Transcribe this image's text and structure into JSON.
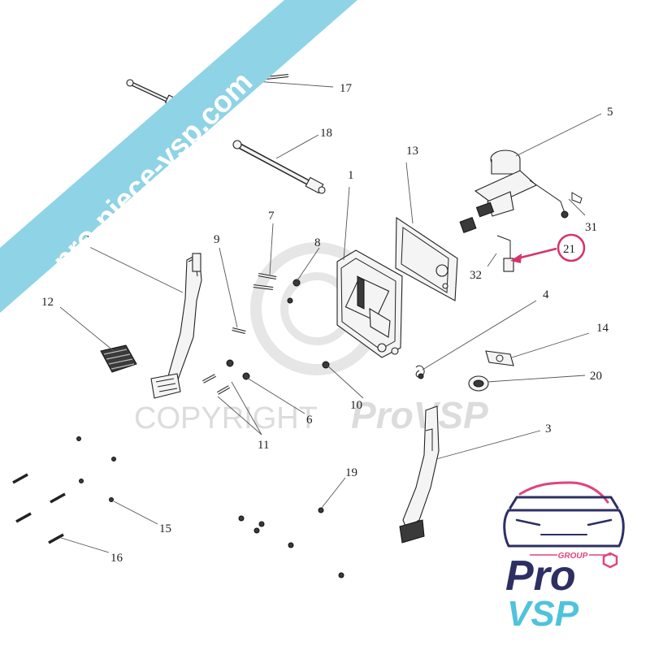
{
  "watermark_banner": {
    "text": "pro-piece-vsp.com",
    "color": "#8fd3e6"
  },
  "copyright": {
    "text": "COPYRIGHT",
    "brand": "ProVSP"
  },
  "highlight_color": "#d6336c",
  "callouts": {
    "c1": "1",
    "c3": "3",
    "c4a": "4",
    "c4b": "4",
    "c5": "5",
    "c6": "6",
    "c7": "7",
    "c8": "8",
    "c9": "9",
    "c10": "10",
    "c11": "11",
    "c12": "12",
    "c13": "13",
    "c14": "14",
    "c15": "15",
    "c16": "16",
    "c17": "17",
    "c18": "18",
    "c19": "19",
    "c20": "20",
    "c21": "21",
    "c31": "31",
    "c32": "32"
  },
  "logo": {
    "group_label": "GROUP",
    "line1": "Pro",
    "line2": "VSP",
    "color_dark": "#2d2f63",
    "color_light": "#4fc3dc",
    "color_accent": "#e0457b"
  }
}
